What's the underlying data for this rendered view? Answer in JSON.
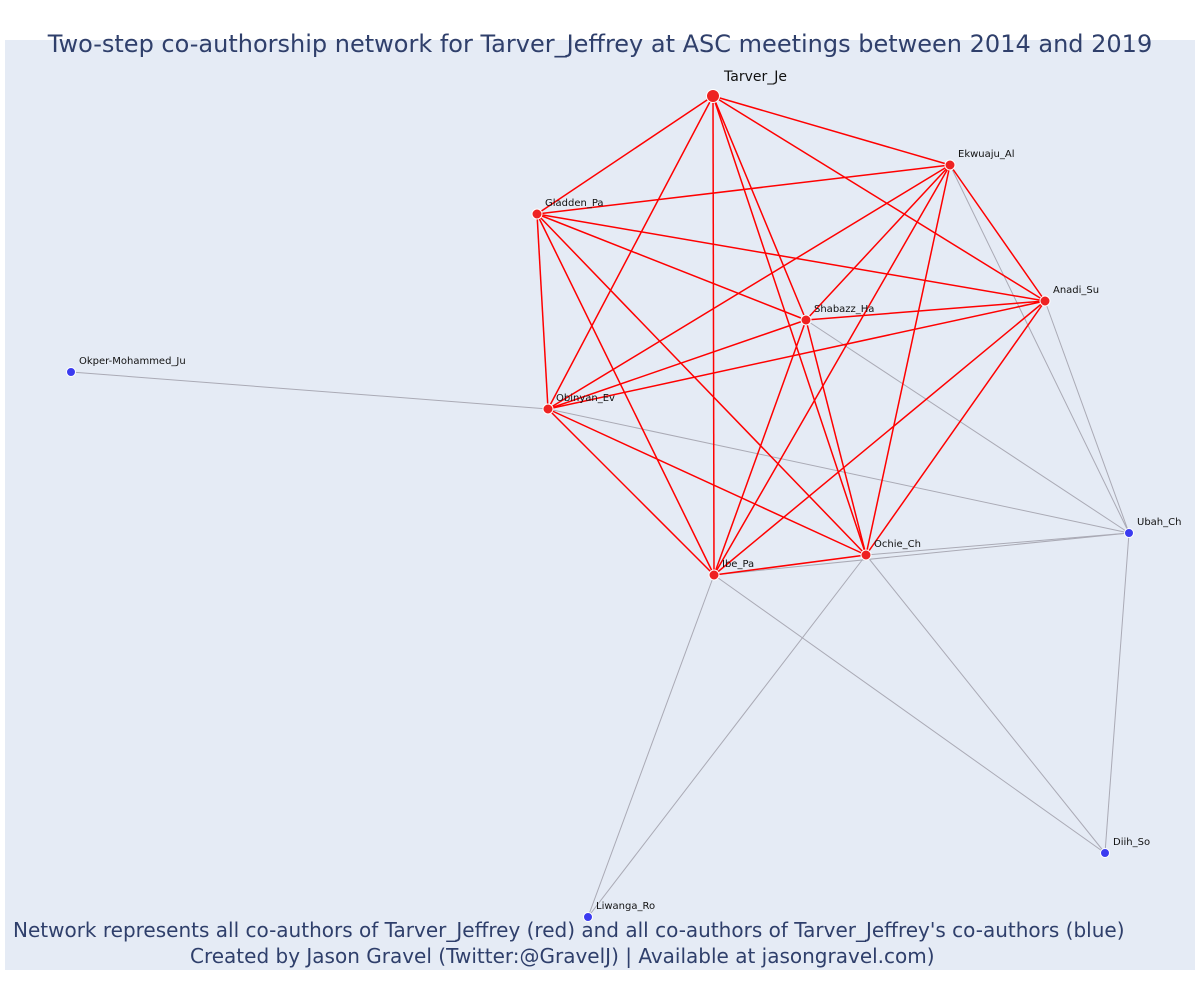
{
  "title": "Two-step co-authorship network for Tarver_Jeffrey at ASC meetings between 2014 and 2019",
  "footer": {
    "line1": "Network represents all co-authors of Tarver_Jeffrey (red) and all co-authors of Tarver_Jeffrey's co-authors (blue)",
    "line2": "Created by Jason Gravel (Twitter:@GravelJ) | Available at jasongravel.com)"
  },
  "colors": {
    "background": "#e5ebf5",
    "red_node": "#ee2222",
    "red_edge": "#ff0000",
    "blue_node": "#3b3bf0",
    "grey_edge": "#aaaab5",
    "title_text": "#2f3f6b"
  },
  "nodes": [
    {
      "id": "Tarver_Je",
      "label": "Tarver_Je",
      "group": "focal"
    },
    {
      "id": "Ekwuaju_Al",
      "label": "Ekwuaju_Al",
      "group": "red"
    },
    {
      "id": "Gladden_Pa",
      "label": "Gladden_Pa",
      "group": "red"
    },
    {
      "id": "Anadi_Su",
      "label": "Anadi_Su",
      "group": "red"
    },
    {
      "id": "Shabazz_Ha",
      "label": "Shabazz_Ha",
      "group": "red"
    },
    {
      "id": "Obinyan_Ev",
      "label": "Obinyan_Ev",
      "group": "red"
    },
    {
      "id": "Ochie_Ch",
      "label": "Ochie_Ch",
      "group": "red"
    },
    {
      "id": "Ibe_Pa",
      "label": "Ibe_Pa",
      "group": "red"
    },
    {
      "id": "Okper-Mohammed_Ju",
      "label": "Okper-Mohammed_Ju",
      "group": "blue"
    },
    {
      "id": "Ubah_Ch",
      "label": "Ubah_Ch",
      "group": "blue"
    },
    {
      "id": "Diih_So",
      "label": "Diih_So",
      "group": "blue"
    },
    {
      "id": "Liwanga_Ro",
      "label": "Liwanga_Ro",
      "group": "blue"
    }
  ],
  "edges": [
    [
      "Tarver_Je",
      "Ekwuaju_Al",
      "red"
    ],
    [
      "Tarver_Je",
      "Gladden_Pa",
      "red"
    ],
    [
      "Tarver_Je",
      "Anadi_Su",
      "red"
    ],
    [
      "Tarver_Je",
      "Shabazz_Ha",
      "red"
    ],
    [
      "Tarver_Je",
      "Obinyan_Ev",
      "red"
    ],
    [
      "Tarver_Je",
      "Ochie_Ch",
      "red"
    ],
    [
      "Tarver_Je",
      "Ibe_Pa",
      "red"
    ],
    [
      "Ekwuaju_Al",
      "Gladden_Pa",
      "red"
    ],
    [
      "Ekwuaju_Al",
      "Anadi_Su",
      "red"
    ],
    [
      "Ekwuaju_Al",
      "Shabazz_Ha",
      "red"
    ],
    [
      "Ekwuaju_Al",
      "Obinyan_Ev",
      "red"
    ],
    [
      "Ekwuaju_Al",
      "Ochie_Ch",
      "red"
    ],
    [
      "Ekwuaju_Al",
      "Ibe_Pa",
      "red"
    ],
    [
      "Gladden_Pa",
      "Anadi_Su",
      "red"
    ],
    [
      "Gladden_Pa",
      "Shabazz_Ha",
      "red"
    ],
    [
      "Gladden_Pa",
      "Obinyan_Ev",
      "red"
    ],
    [
      "Gladden_Pa",
      "Ochie_Ch",
      "red"
    ],
    [
      "Gladden_Pa",
      "Ibe_Pa",
      "red"
    ],
    [
      "Anadi_Su",
      "Shabazz_Ha",
      "red"
    ],
    [
      "Anadi_Su",
      "Obinyan_Ev",
      "red"
    ],
    [
      "Anadi_Su",
      "Ochie_Ch",
      "red"
    ],
    [
      "Anadi_Su",
      "Ibe_Pa",
      "red"
    ],
    [
      "Shabazz_Ha",
      "Obinyan_Ev",
      "red"
    ],
    [
      "Shabazz_Ha",
      "Ochie_Ch",
      "red"
    ],
    [
      "Shabazz_Ha",
      "Ibe_Pa",
      "red"
    ],
    [
      "Obinyan_Ev",
      "Ochie_Ch",
      "red"
    ],
    [
      "Obinyan_Ev",
      "Ibe_Pa",
      "red"
    ],
    [
      "Ochie_Ch",
      "Ibe_Pa",
      "red"
    ],
    [
      "Obinyan_Ev",
      "Okper-Mohammed_Ju",
      "grey"
    ],
    [
      "Obinyan_Ev",
      "Ubah_Ch",
      "grey"
    ],
    [
      "Ekwuaju_Al",
      "Ubah_Ch",
      "grey"
    ],
    [
      "Anadi_Su",
      "Ubah_Ch",
      "grey"
    ],
    [
      "Shabazz_Ha",
      "Ubah_Ch",
      "grey"
    ],
    [
      "Ochie_Ch",
      "Ubah_Ch",
      "grey"
    ],
    [
      "Ibe_Pa",
      "Ubah_Ch",
      "grey"
    ],
    [
      "Ubah_Ch",
      "Diih_So",
      "grey"
    ],
    [
      "Ibe_Pa",
      "Diih_So",
      "grey"
    ],
    [
      "Ochie_Ch",
      "Diih_So",
      "grey"
    ],
    [
      "Ibe_Pa",
      "Liwanga_Ro",
      "grey"
    ],
    [
      "Ochie_Ch",
      "Liwanga_Ro",
      "grey"
    ]
  ]
}
